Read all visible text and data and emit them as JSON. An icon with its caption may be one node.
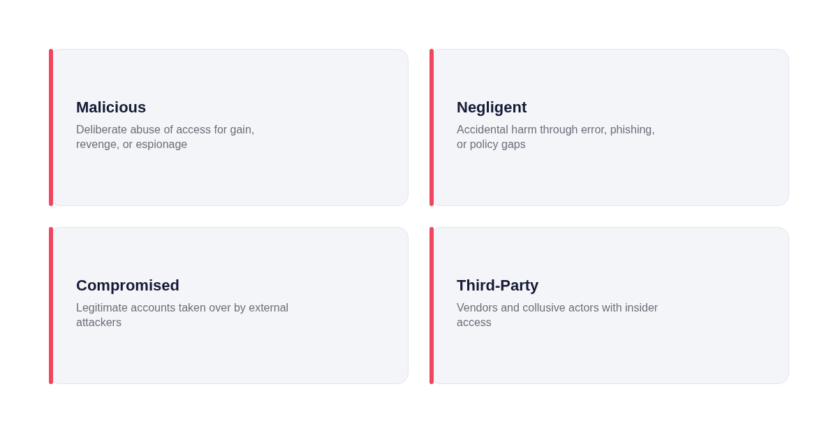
{
  "diagram": {
    "nodes": [
      {
        "text": [
          "Malicious",
          "Deliberate abuse of access for gain, revenge, or espionage"
        ]
      },
      {
        "text": [
          "Negligent",
          "Accidental harm through error, phishing, or policy gaps"
        ]
      },
      {
        "text": [
          "Compromised",
          "Legitimate accounts taken over by external attackers"
        ]
      },
      {
        "text": [
          "Third-Party",
          "Vendors and collusive actors with insider access"
        ]
      }
    ],
    "edges": []
  }
}
